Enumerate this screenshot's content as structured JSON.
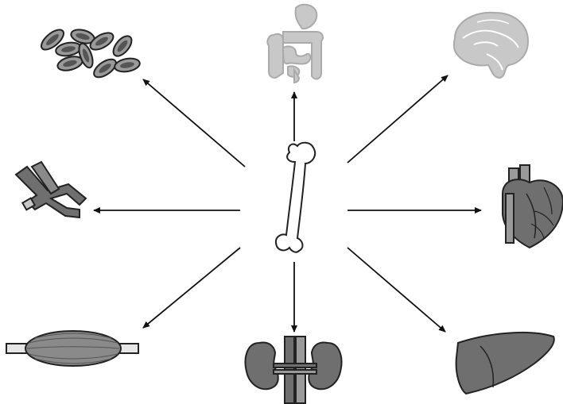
{
  "diagram": {
    "center": {
      "organ": "bone",
      "icon": "femur-icon"
    },
    "targets": [
      {
        "organ": "red-blood-cells",
        "icon": "red-blood-cells-icon"
      },
      {
        "organ": "intestine",
        "icon": "intestine-icon"
      },
      {
        "organ": "brain",
        "icon": "brain-icon"
      },
      {
        "organ": "blood-vessels",
        "icon": "blood-vessels-icon"
      },
      {
        "organ": "heart",
        "icon": "heart-icon"
      },
      {
        "organ": "skeletal-muscle",
        "icon": "muscle-icon"
      },
      {
        "organ": "kidneys",
        "icon": "kidneys-icon"
      },
      {
        "organ": "liver",
        "icon": "liver-icon"
      }
    ],
    "colors": {
      "arrow": "#111111",
      "organ_dark": "#6f6f6f",
      "organ_mid": "#9a9a9a",
      "organ_light": "#c8c8c8",
      "outline": "#222222",
      "bone_fill": "#ffffff"
    }
  }
}
